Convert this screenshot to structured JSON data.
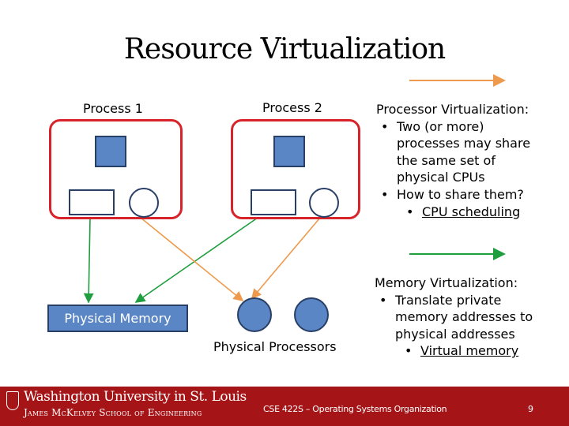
{
  "title": "Resource Virtualization",
  "process1_label": "Process 1",
  "process2_label": "Process 2",
  "physical_memory_label": "Physical Memory",
  "physical_processors_label": "Physical Processors",
  "processor_virt": {
    "heading": "Processor Virtualization:",
    "bullet1": [
      "Two (or more)",
      "processes may share",
      "the same set of",
      "physical CPUs"
    ],
    "bullet2": "How to share them?",
    "sub_bullet": "CPU scheduling"
  },
  "memory_virt": {
    "heading": "Memory Virtualization:",
    "bullet1": [
      "Translate private",
      "memory addresses to",
      "physical addresses"
    ],
    "sub_bullet": "Virtual memory"
  },
  "footer": {
    "university": "Washington University in St. Louis",
    "school": "James McKelvey School of Engineering",
    "course": "CSE 422S – Operating Systems Organization",
    "page_number": "9"
  },
  "colors": {
    "process_border": "#d9232a",
    "shape_fill": "#5b86c5",
    "shape_stroke": "#283f66",
    "cpu_arrow": "#ee9a4d",
    "memory_arrow": "#1f9e3f",
    "footer_bg": "#a51417"
  }
}
